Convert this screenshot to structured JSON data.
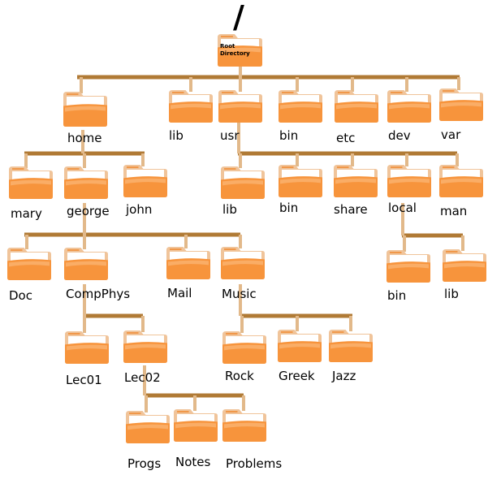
{
  "root": {
    "symbol": "/",
    "caption_line1": "Root",
    "caption_line2": "Directory"
  },
  "colors": {
    "branch": "#b07a35",
    "stem": "#e2b98a",
    "folder_back": "#f0c49a",
    "folder_front": "#f7943c",
    "paper": "#ffffff"
  },
  "icon": "folder-icon",
  "labels": {
    "home": "home",
    "lib": "lib",
    "usr": "usr",
    "bin": "bin",
    "etc": "etc",
    "dev": "dev",
    "var": "var",
    "mary": "mary",
    "george": "george",
    "john": "john",
    "usr_lib": "lib",
    "usr_bin": "bin",
    "share": "share",
    "local": "local",
    "man": "man",
    "doc": "Doc",
    "compphys": "CompPhys",
    "mail": "Mail",
    "music": "Music",
    "local_bin": "bin",
    "local_lib": "lib",
    "lec01": "Lec01",
    "lec02": "Lec02",
    "rock": "Rock",
    "greek": "Greek",
    "jazz": "Jazz",
    "progs": "Progs",
    "notes": "Notes",
    "problems": "Problems"
  }
}
